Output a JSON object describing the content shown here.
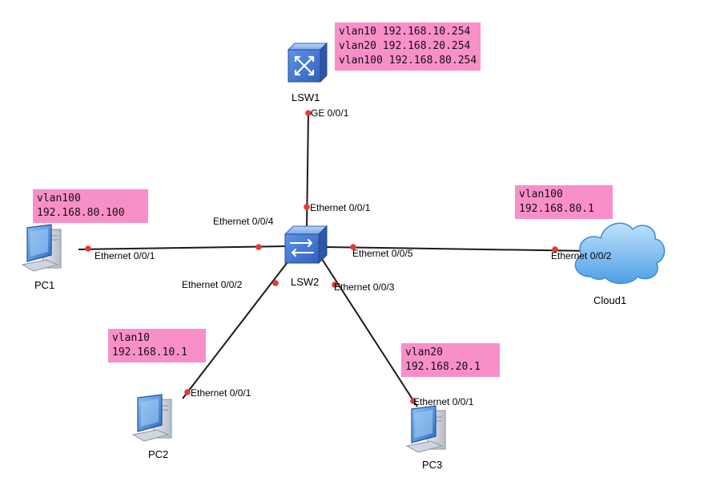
{
  "devices": {
    "lsw1": "LSW1",
    "lsw2": "LSW2",
    "pc1": "PC1",
    "pc2": "PC2",
    "pc3": "PC3",
    "cloud1": "Cloud1"
  },
  "ports": {
    "lsw1_uplink": "GE 0/0/1",
    "lsw2_up": "Ethernet 0/0/1",
    "lsw2_pc1": "Ethernet 0/0/4",
    "lsw2_pc2": "Ethernet 0/0/2",
    "lsw2_pc3": "Ethernet 0/0/3",
    "lsw2_cloud": "Ethernet 0/0/5",
    "pc1": "Ethernet 0/0/1",
    "pc2": "Ethernet 0/0/1",
    "pc3": "Ethernet 0/0/1",
    "cloud": "Ethernet 0/0/2"
  },
  "notes": {
    "lsw1": [
      "vlan10 192.168.10.254",
      "vlan20 192.168.20.254",
      "vlan100 192.168.80.254"
    ],
    "pc1": [
      "vlan100",
      "192.168.80.100"
    ],
    "pc2": [
      "vlan10",
      "192.168.10.1"
    ],
    "pc3": [
      "vlan20",
      "192.168.20.1"
    ],
    "cloud1": [
      "vlan100",
      "192.168.80.1"
    ]
  },
  "colors": {
    "note_bg": "#f98fc9",
    "link": "#1a1a1a",
    "port_dot": "#e8392f",
    "switch_body": "#4f7fd6",
    "pc_screen": "#3f7fcf",
    "cloud": "#6fb6ee"
  },
  "icons": {
    "lsw1": "layer3-switch-icon",
    "lsw2": "switch-icon",
    "pc": "desktop-pc-icon",
    "cloud": "cloud-icon"
  }
}
